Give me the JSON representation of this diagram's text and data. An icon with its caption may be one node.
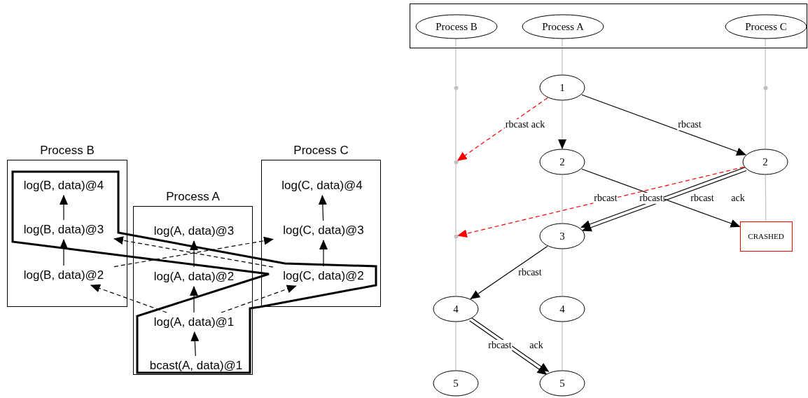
{
  "diagram": {
    "nodes": [
      {
        "text": [
          "Process B"
        ]
      },
      {
        "text": [
          "log(B, data)@4"
        ],
        "in": 0
      },
      {
        "text": [
          "log(B, data)@3"
        ],
        "in": 0
      },
      {
        "text": [
          "log(B, data)@2"
        ],
        "in": 0
      },
      {
        "text": [
          "Process A"
        ]
      },
      {
        "text": [
          "log(A, data)@3"
        ],
        "in": 4
      },
      {
        "text": [
          "log(A, data)@2"
        ],
        "in": 4
      },
      {
        "text": [
          "log(A, data)@1"
        ],
        "in": 4
      },
      {
        "text": [
          "bcast(A, data)@1"
        ],
        "in": 4
      },
      {
        "text": [
          "Process C"
        ]
      },
      {
        "text": [
          "log(C, data)@4"
        ],
        "in": 9
      },
      {
        "text": [
          "log(C, data)@3"
        ],
        "in": 9
      },
      {
        "text": [
          "log(C, data)@2"
        ],
        "in": 9
      },
      {
        "text": [],
        "shape": "box"
      },
      {
        "text": [
          "Process B"
        ],
        "in": 13
      },
      {
        "text": [
          "Process A"
        ],
        "in": 13
      },
      {
        "text": [
          "Process C"
        ],
        "in": 13
      },
      {
        "text": [],
        "shape": "circle"
      },
      {
        "text": [
          "1"
        ]
      },
      {
        "text": [],
        "shape": "circle"
      },
      {
        "text": [],
        "shape": "circle"
      },
      {
        "text": [
          "2"
        ]
      },
      {
        "text": [
          "2"
        ]
      },
      {
        "text": [],
        "shape": "circle"
      },
      {
        "text": [
          "3"
        ]
      },
      {
        "text": [
          "CRASHED"
        ]
      },
      {
        "text": [
          "4"
        ]
      },
      {
        "text": [
          "4"
        ]
      },
      {
        "text": [
          "5"
        ]
      },
      {
        "text": [
          "5"
        ]
      }
    ],
    "edges": [
      {
        "from": 3,
        "to": 2,
        "arrow": "to"
      },
      {
        "from": 2,
        "to": 1,
        "arrow": "to"
      },
      {
        "from": 8,
        "to": 7,
        "arrow": "to"
      },
      {
        "from": 7,
        "to": 6,
        "arrow": "to"
      },
      {
        "from": 6,
        "to": 5,
        "arrow": "to"
      },
      {
        "from": 12,
        "to": 11,
        "arrow": "to"
      },
      {
        "from": 11,
        "to": 10,
        "arrow": "to"
      },
      {
        "from": 7,
        "to": 3,
        "arrow": "to",
        "style": "dashed"
      },
      {
        "from": 7,
        "to": 12,
        "arrow": "to",
        "style": "dashed"
      },
      {
        "from": 3,
        "to": 11,
        "arrow": "to",
        "style": "dashed"
      },
      {
        "from": 12,
        "to": 2,
        "arrow": "to",
        "style": "dashed"
      },
      {
        "from": 14,
        "to": 17,
        "arrow": "none",
        "color": "#c0c0c0"
      },
      {
        "from": 17,
        "to": 20,
        "arrow": "none",
        "color": "#c0c0c0"
      },
      {
        "from": 20,
        "to": 23,
        "arrow": "none",
        "color": "#c0c0c0"
      },
      {
        "from": 23,
        "to": 26,
        "arrow": "none",
        "color": "#c0c0c0"
      },
      {
        "from": 26,
        "to": 28,
        "arrow": "none",
        "color": "#c0c0c0"
      },
      {
        "from": 15,
        "to": 18,
        "arrow": "none",
        "color": "#c0c0c0"
      },
      {
        "from": 18,
        "to": 21,
        "arrow": "to",
        "color": "#c0c0c0"
      },
      {
        "from": 21,
        "to": 24,
        "arrow": "none",
        "color": "#c0c0c0"
      },
      {
        "from": 24,
        "to": 27,
        "arrow": "none",
        "color": "#c0c0c0"
      },
      {
        "from": 27,
        "to": 29,
        "arrow": "none",
        "color": "#c0c0c0"
      },
      {
        "from": 16,
        "to": 19,
        "arrow": "none",
        "color": "#c0c0c0"
      },
      {
        "from": 19,
        "to": 22,
        "arrow": "none",
        "color": "#c0c0c0"
      },
      {
        "from": 22,
        "to": 25,
        "arrow": "none",
        "color": "#c0c0c0"
      },
      {
        "from": 18,
        "to": 20,
        "arrow": "to",
        "label": "rbcast ack",
        "style": "dashed",
        "color": "#ff0000"
      },
      {
        "from": 18,
        "to": 22,
        "arrow": "to",
        "label": "rbcast"
      },
      {
        "from": 21,
        "to": 25,
        "arrow": "to",
        "label": "rbcast"
      },
      {
        "from": 22,
        "to": 24,
        "arrow": "to",
        "label": "rbcast"
      },
      {
        "from": 22,
        "to": 24,
        "arrow": "to",
        "label": "ack"
      },
      {
        "from": 22,
        "to": 23,
        "arrow": "to",
        "label": "rbcast",
        "style": "dashed",
        "color": "#ff0000"
      },
      {
        "from": 24,
        "to": 26,
        "arrow": "to",
        "label": "rbcast"
      },
      {
        "from": 26,
        "to": 29,
        "arrow": "to",
        "label": "rbcast"
      },
      {
        "from": 26,
        "to": 29,
        "arrow": "to",
        "label": "ack"
      }
    ]
  }
}
